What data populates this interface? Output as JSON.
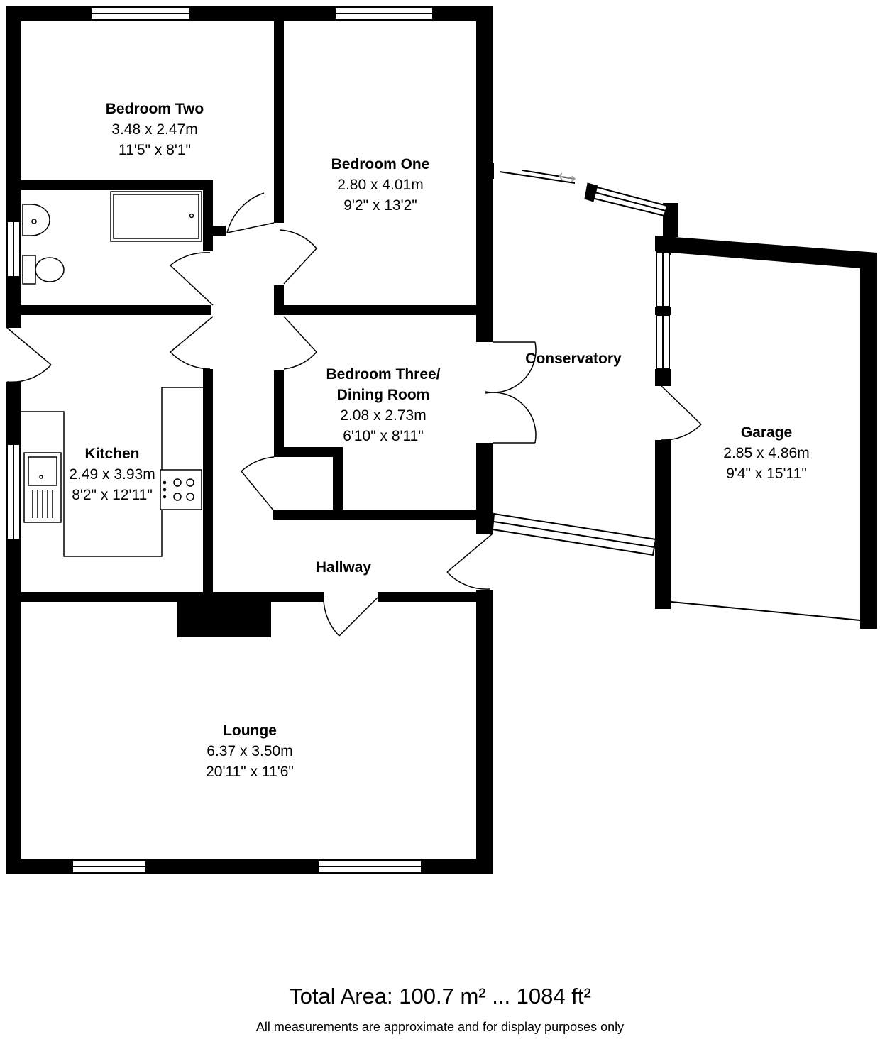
{
  "rooms": {
    "bedroom_two": {
      "name": "Bedroom Two",
      "metric": "3.48 x 2.47m",
      "imperial": "11'5\" x 8'1\""
    },
    "bedroom_one": {
      "name": "Bedroom One",
      "metric": "2.80 x 4.01m",
      "imperial": "9'2\" x 13'2\""
    },
    "bedroom_three": {
      "name_line1": "Bedroom Three/",
      "name_line2": "Dining Room",
      "metric": "2.08 x 2.73m",
      "imperial": "6'10\" x 8'11\""
    },
    "kitchen": {
      "name": "Kitchen",
      "metric": "2.49 x 3.93m",
      "imperial": "8'2\" x 12'11\""
    },
    "lounge": {
      "name": "Lounge",
      "metric": "6.37 x 3.50m",
      "imperial": "20'11\" x 11'6\""
    },
    "garage": {
      "name": "Garage",
      "metric": "2.85 x 4.86m",
      "imperial": "9'4\" x 15'11\""
    },
    "conservatory": {
      "name": "Conservatory"
    },
    "hallway": {
      "name": "Hallway"
    }
  },
  "footer": {
    "total_area": "Total Area: 100.7 m² ... 1084 ft²",
    "disclaimer": "All measurements are approximate and for display purposes only"
  }
}
